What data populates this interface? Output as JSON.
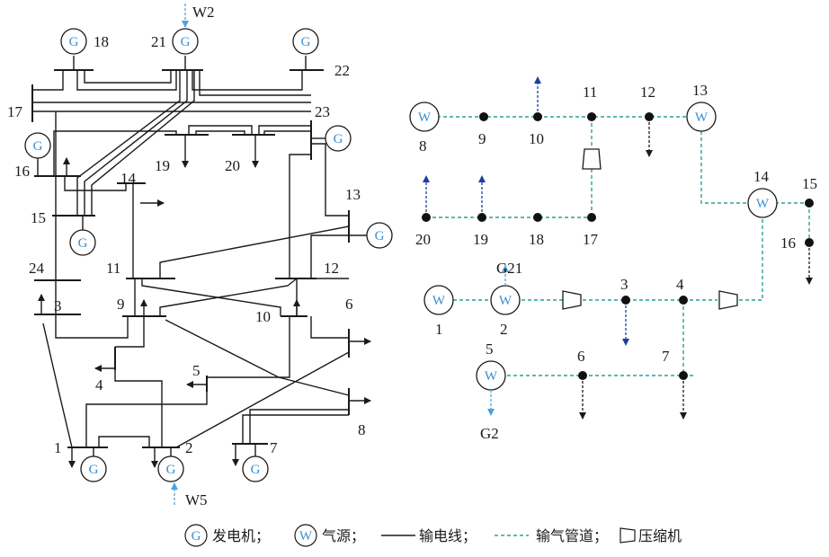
{
  "power": {
    "bus_labels": [
      "1",
      "2",
      "3",
      "4",
      "5",
      "6",
      "7",
      "8",
      "9",
      "10",
      "11",
      "12",
      "13",
      "14",
      "15",
      "16",
      "17",
      "18",
      "19",
      "20",
      "21",
      "22",
      "23",
      "24"
    ],
    "generator_symbol": "G",
    "wind_labels": [
      "W2",
      "W5"
    ]
  },
  "gas": {
    "node_labels": [
      "1",
      "2",
      "3",
      "4",
      "5",
      "6",
      "7",
      "8",
      "9",
      "10",
      "11",
      "12",
      "13",
      "14",
      "15",
      "16",
      "17",
      "18",
      "19",
      "20"
    ],
    "source_symbol": "W",
    "load_labels": [
      "G21",
      "G2"
    ]
  },
  "legend": {
    "generator_symbol": "G",
    "generator_label": "发电机；",
    "source_symbol": "W",
    "source_label": "气源；",
    "line_label": "输电线；",
    "pipe_label": "输气管道；",
    "compressor_label": "压缩机"
  },
  "colors": {
    "line": "#1a1a1a",
    "pipe": "#2aa198",
    "symbol_text": "#3a8fd0",
    "gas_arrow": "#1f3f9a",
    "wind_arrow": "#4aa3df"
  }
}
